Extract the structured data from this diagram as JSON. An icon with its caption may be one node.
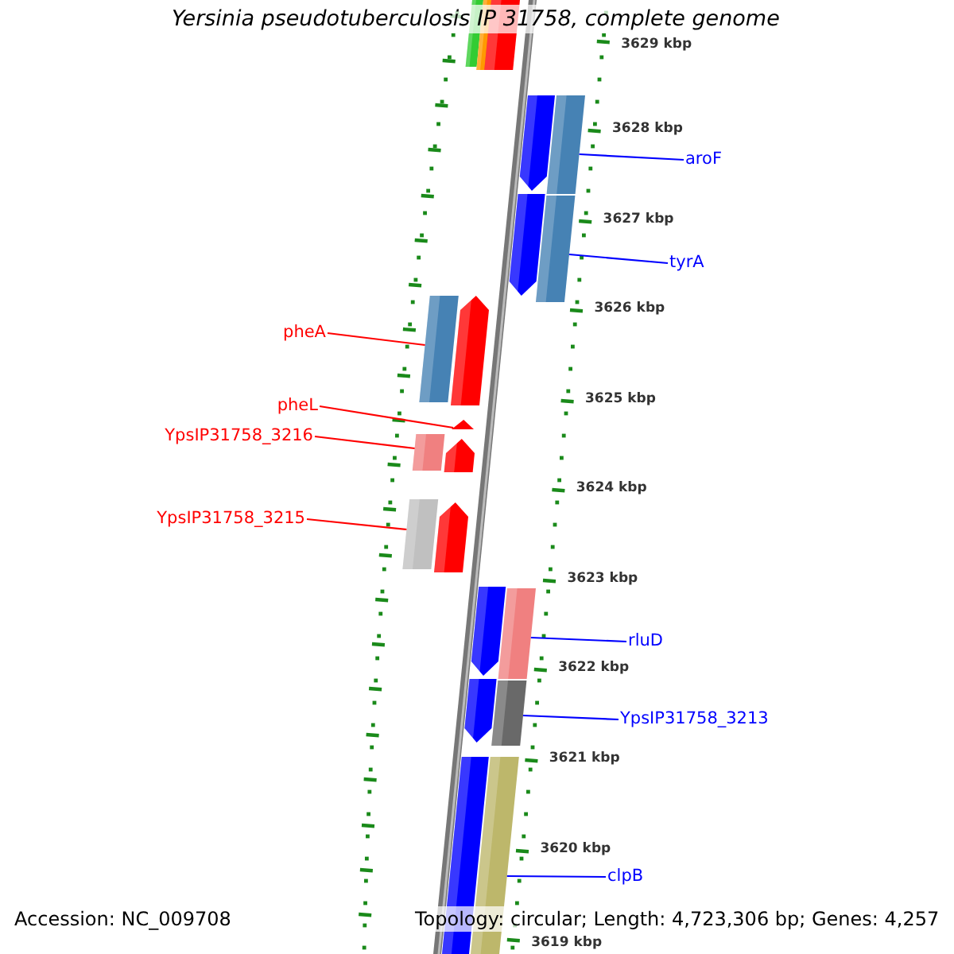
{
  "diagram": {
    "title": "Yersinia pseudotuberculosis IP 31758, complete genome",
    "nodes": [
      {
        "text": [
          "aroF"
        ]
      },
      {
        "text": [
          "tyrA"
        ]
      },
      {
        "text": [
          "pheA"
        ]
      },
      {
        "text": [
          "pheL"
        ]
      },
      {
        "text": [
          "YpsIP31758_3216"
        ]
      },
      {
        "text": [
          "YpsIP31758_3215"
        ]
      },
      {
        "text": [
          "rluD"
        ]
      },
      {
        "text": [
          "YpsIP31758_3213"
        ]
      },
      {
        "text": [
          "clpB"
        ]
      },
      {
        "text": [],
        "shape": "bar"
      },
      {
        "text": [],
        "shape": "bar"
      },
      {
        "text": [],
        "shape": "bar"
      },
      {
        "text": [],
        "shape": "triangle"
      },
      {
        "text": [],
        "shape": "bar"
      },
      {
        "text": [],
        "shape": "bar"
      },
      {
        "text": [],
        "shape": "bar"
      },
      {
        "text": [],
        "shape": "bar"
      },
      {
        "text": [],
        "shape": "bar"
      }
    ],
    "edges": [
      {
        "from": 0,
        "to": 9,
        "arrow": "none",
        "color": "#0000ff"
      },
      {
        "from": 1,
        "to": 10,
        "arrow": "none",
        "color": "#0000ff"
      },
      {
        "from": 2,
        "to": 11,
        "arrow": "none",
        "color": "#ff0000"
      },
      {
        "from": 3,
        "to": 12,
        "arrow": "none",
        "color": "#ff0000"
      },
      {
        "from": 4,
        "to": 13,
        "arrow": "none",
        "color": "#ff0000"
      },
      {
        "from": 5,
        "to": 14,
        "arrow": "none",
        "color": "#ff0000"
      },
      {
        "from": 6,
        "to": 15,
        "arrow": "none",
        "color": "#0000ff"
      },
      {
        "from": 7,
        "to": 16,
        "arrow": "none",
        "color": "#0000ff"
      },
      {
        "from": 8,
        "to": 17,
        "arrow": "none",
        "color": "#0000ff"
      }
    ],
    "labels": [
      "3629 kbp",
      "3628 kbp",
      "3627 kbp",
      "3626 kbp",
      "3625 kbp",
      "3624 kbp",
      "3623 kbp",
      "3622 kbp",
      "3621 kbp",
      "3620 kbp",
      "3619 kbp",
      "Accession: NC_009708",
      "Topology: circular; Length: 4,723,306 bp; Genes: 4,257"
    ]
  }
}
